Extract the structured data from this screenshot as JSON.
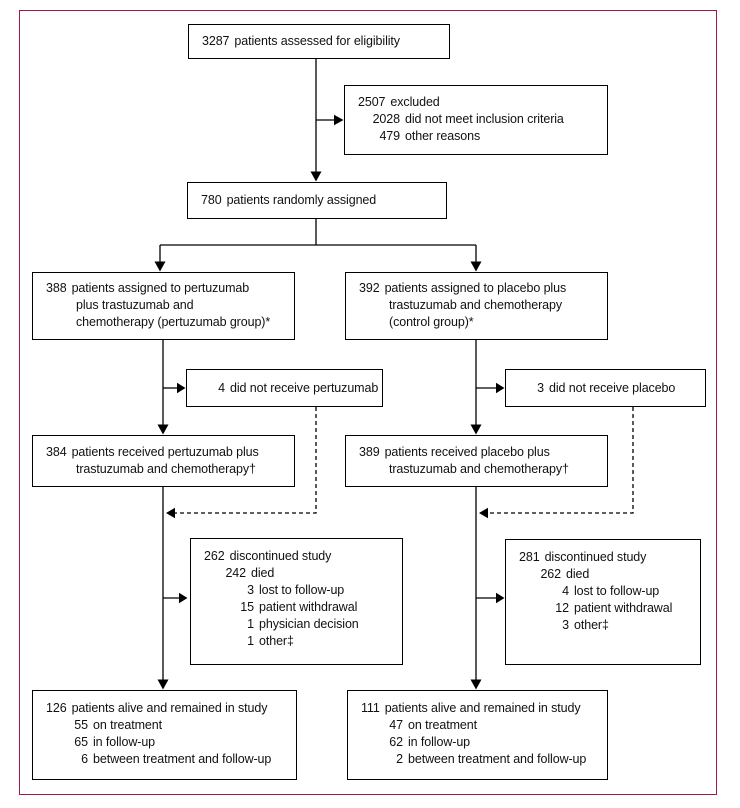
{
  "figure": {
    "type": "consort-flow-diagram",
    "frame_color": "#A0194B",
    "box_border_color": "#000000",
    "arrow_color": "#000000",
    "background": "#FFFFFF"
  },
  "boxes": [
    {
      "id": "eligibility",
      "lines": [
        {
          "num": "3287",
          "text": "patients assessed for eligibility",
          "lvl": 0
        }
      ]
    },
    {
      "id": "excluded",
      "lines": [
        {
          "num": "2507",
          "text": "excluded",
          "lvl": 0
        },
        {
          "num": "2028",
          "text": "did not meet inclusion criteria",
          "lvl": 1
        },
        {
          "num": "479",
          "text": "other reasons",
          "lvl": 1
        }
      ]
    },
    {
      "id": "randomized",
      "lines": [
        {
          "num": "780",
          "text": "patients randomly assigned",
          "lvl": 0
        }
      ]
    },
    {
      "id": "assigned-pertuzumab",
      "lines": [
        {
          "num": "388",
          "text": "patients assigned to pertuzumab",
          "lvl": 0
        },
        {
          "text": "plus trastuzumab and",
          "lvl": "c"
        },
        {
          "text": "chemotherapy (pertuzumab group)*",
          "lvl": "c"
        }
      ]
    },
    {
      "id": "assigned-placebo",
      "lines": [
        {
          "num": "392",
          "text": "patients assigned to placebo plus",
          "lvl": 0
        },
        {
          "text": "trastuzumab and chemotherapy",
          "lvl": "c"
        },
        {
          "text": "(control group)*",
          "lvl": "c"
        }
      ]
    },
    {
      "id": "not-received-pertuzumab",
      "lines": [
        {
          "num": "4",
          "text": "did not receive pertuzumab",
          "lvl": 1
        }
      ]
    },
    {
      "id": "not-received-placebo",
      "lines": [
        {
          "num": "3",
          "text": "did not receive placebo",
          "lvl": 1
        }
      ]
    },
    {
      "id": "received-pertuzumab",
      "lines": [
        {
          "num": "384",
          "text": "patients received pertuzumab plus",
          "lvl": 0
        },
        {
          "text": "trastuzumab and chemotherapy†",
          "lvl": "c"
        }
      ]
    },
    {
      "id": "received-placebo",
      "lines": [
        {
          "num": "389",
          "text": "patients received placebo plus",
          "lvl": 0
        },
        {
          "text": "trastuzumab and chemotherapy†",
          "lvl": "c"
        }
      ]
    },
    {
      "id": "discontinued-pertuzumab",
      "lines": [
        {
          "num": "262",
          "text": "discontinued study",
          "lvl": 0
        },
        {
          "num": "242",
          "text": "died",
          "lvl": 1
        },
        {
          "num": "3",
          "text": "lost to follow-up",
          "lvl": 2
        },
        {
          "num": "15",
          "text": "patient withdrawal",
          "lvl": 2
        },
        {
          "num": "1",
          "text": "physician decision",
          "lvl": 2
        },
        {
          "num": "1",
          "text": "other‡",
          "lvl": 2
        }
      ]
    },
    {
      "id": "discontinued-placebo",
      "lines": [
        {
          "num": "281",
          "text": "discontinued study",
          "lvl": 0
        },
        {
          "num": "262",
          "text": "died",
          "lvl": 1
        },
        {
          "num": "4",
          "text": "lost to follow-up",
          "lvl": 2
        },
        {
          "num": "12",
          "text": "patient withdrawal",
          "lvl": 2
        },
        {
          "num": "3",
          "text": "other‡",
          "lvl": 2
        }
      ]
    },
    {
      "id": "alive-pertuzumab",
      "lines": [
        {
          "num": "126",
          "text": "patients alive and remained in study",
          "lvl": 0
        },
        {
          "num": "55",
          "text": "on treatment",
          "lvl": 1
        },
        {
          "num": "65",
          "text": "in follow-up",
          "lvl": 1
        },
        {
          "num": "6",
          "text": "between treatment and follow-up",
          "lvl": 1
        }
      ]
    },
    {
      "id": "alive-placebo",
      "lines": [
        {
          "num": "111",
          "text": "patients alive and remained in study",
          "lvl": 0
        },
        {
          "num": "47",
          "text": "on treatment",
          "lvl": 1
        },
        {
          "num": "62",
          "text": "in follow-up",
          "lvl": 1
        },
        {
          "num": "2",
          "text": "between treatment and follow-up",
          "lvl": 1
        }
      ]
    }
  ]
}
